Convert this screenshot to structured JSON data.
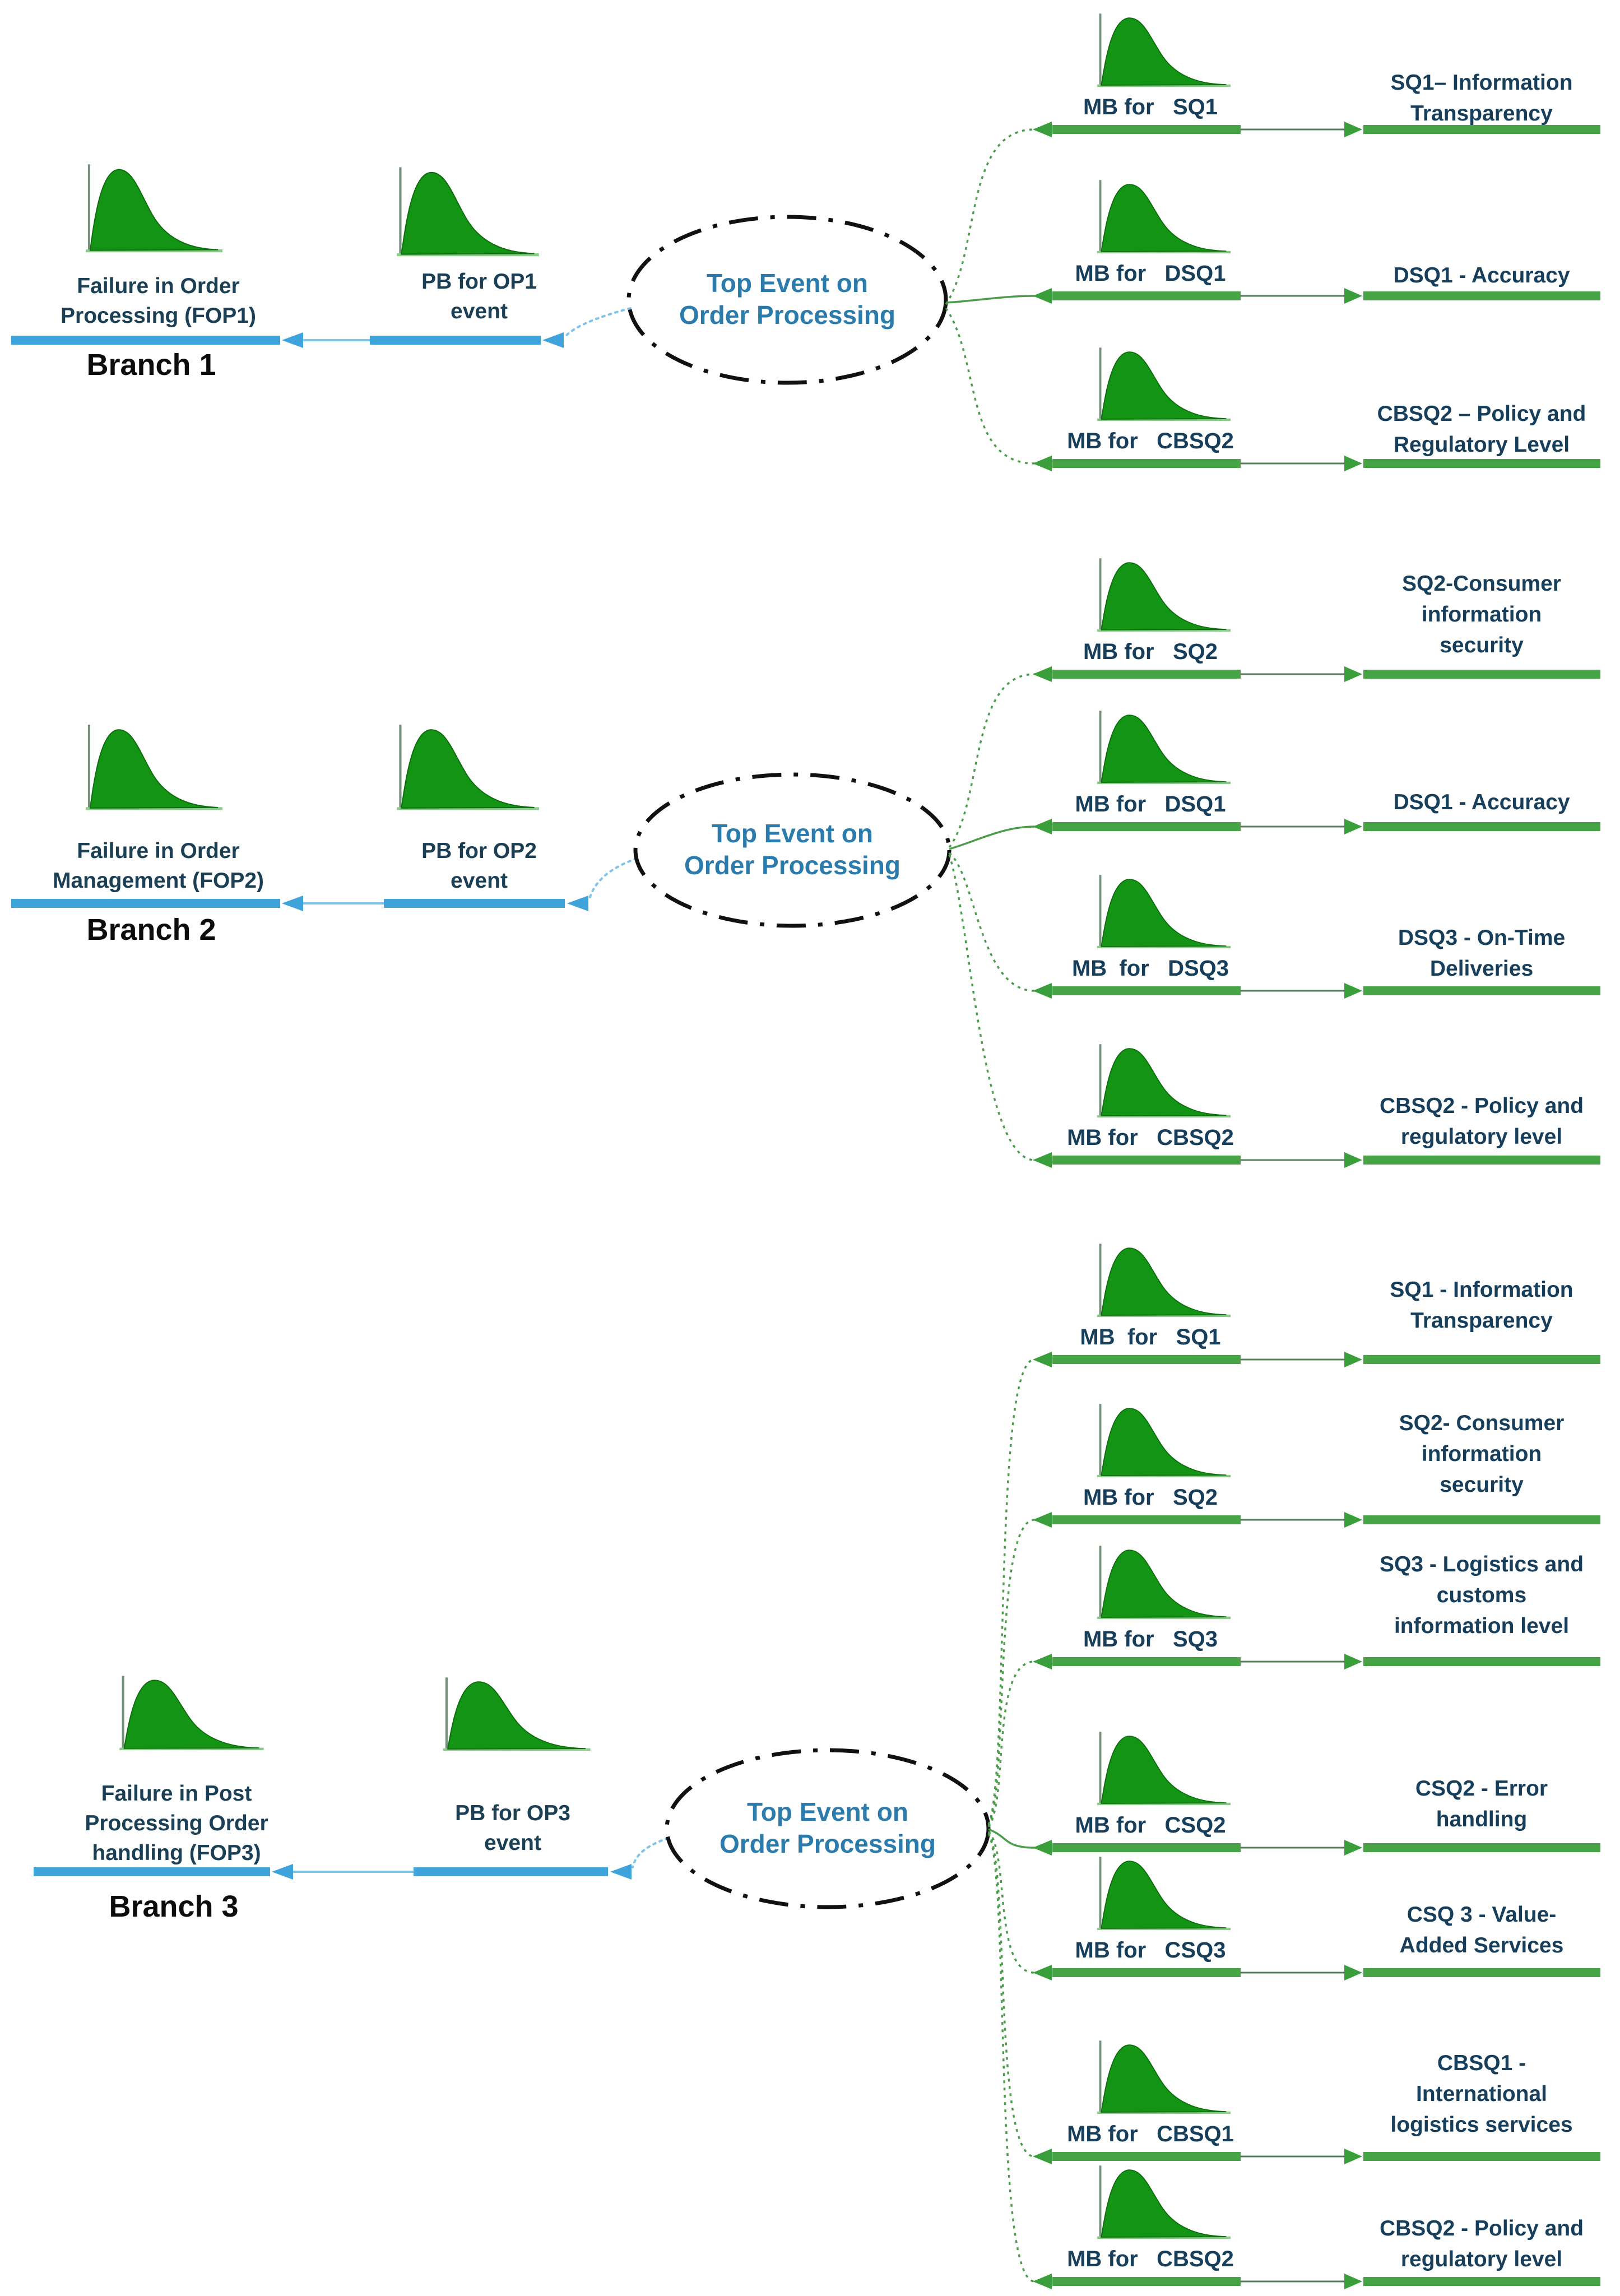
{
  "diagram": {
    "top_event_label": "Top Event on\nOrder Processing",
    "colors": {
      "curve_green": "#149414",
      "curve_edge_green": "#0d6e0d",
      "baseline_green": "#8ccb8c",
      "axis_gray": "#75917b",
      "thick_line_green": "#46a346",
      "arrow_green": "#3a9e3a",
      "connector_green": "#4c9c4c",
      "thin_line_green": "#567f57",
      "thick_line_blue": "#3fa3dc",
      "thin_line_blue": "#7fc4e8",
      "ellipse_border_black": "#111111",
      "node_text_navy": "#1b4056",
      "ellipse_text_blue": "#2b7cad",
      "branch_text_black": "#0d0d0d"
    }
  },
  "branches": [
    {
      "name": "Branch 1",
      "failure_label": "Failure in Order\nProcessing (FOP1)",
      "pb_label": "PB for OP1\nevent",
      "top_event_label": "Top Event on\nOrder Processing",
      "mb_rows": [
        {
          "mb": "MB for   SQ1",
          "target": "SQ1– Information\nTransparency"
        },
        {
          "mb": "MB for   DSQ1",
          "target": "DSQ1 - Accuracy"
        },
        {
          "mb": "MB for   CBSQ2",
          "target": "CBSQ2 – Policy and\nRegulatory Level"
        }
      ]
    },
    {
      "name": "Branch 2",
      "failure_label": "Failure in Order\nManagement (FOP2)",
      "pb_label": "PB for OP2\nevent",
      "top_event_label": "Top Event on\nOrder Processing",
      "mb_rows": [
        {
          "mb": "MB for   SQ2",
          "target": "SQ2-Consumer\ninformation\nsecurity"
        },
        {
          "mb": "MB for   DSQ1",
          "target": "DSQ1 - Accuracy"
        },
        {
          "mb": "MB  for   DSQ3",
          "target": "DSQ3 - On-Time\nDeliveries"
        },
        {
          "mb": "MB for   CBSQ2",
          "target": "CBSQ2 - Policy and\nregulatory level"
        }
      ]
    },
    {
      "name": "Branch 3",
      "failure_label": "Failure in Post\nProcessing Order\nhandling (FOP3)",
      "pb_label": "PB for OP3\nevent",
      "top_event_label": "Top Event on\nOrder Processing",
      "mb_rows": [
        {
          "mb": "MB  for   SQ1",
          "target": "SQ1 - Information\nTransparency"
        },
        {
          "mb": "MB for   SQ2",
          "target": "SQ2- Consumer\ninformation\nsecurity"
        },
        {
          "mb": "MB for   SQ3",
          "target": "SQ3 - Logistics and\ncustoms\ninformation level"
        },
        {
          "mb": "MB for   CSQ2",
          "target": "CSQ2 - Error\nhandling"
        },
        {
          "mb": "MB for   CSQ3",
          "target": "CSQ 3 - Value-\nAdded Services"
        },
        {
          "mb": "MB for   CBSQ1",
          "target": "CBSQ1 -\nInternational\nlogistics services"
        },
        {
          "mb": "MB for   CBSQ2",
          "target": "CBSQ2 - Policy and\nregulatory level"
        }
      ]
    }
  ]
}
